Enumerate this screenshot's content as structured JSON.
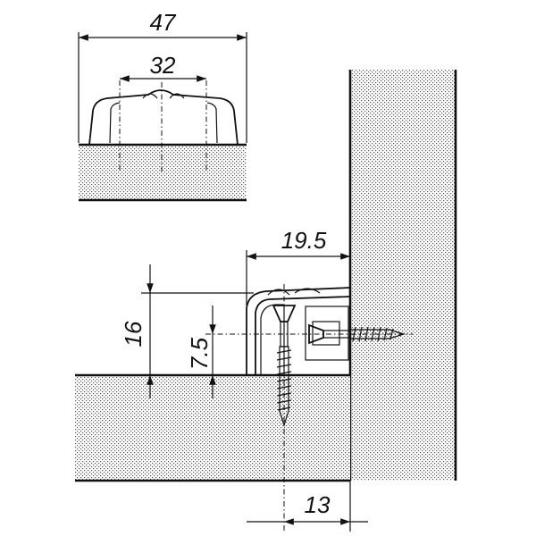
{
  "dimensions": {
    "top_width": "47",
    "top_hole_spacing": "32",
    "depth": "19.5",
    "height": "16",
    "hole_height": "7.5",
    "screw_offset": "13"
  },
  "colors": {
    "line": "#111111",
    "stipple_fill": "#bdbdbd",
    "background": "#ffffff"
  }
}
